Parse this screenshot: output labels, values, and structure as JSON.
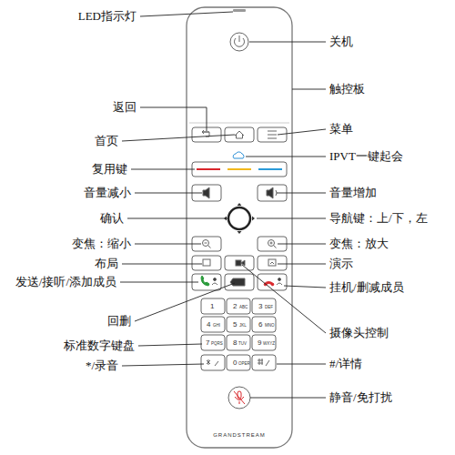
{
  "diagram": {
    "labels": [
      "LED指示灯",
      "关机",
      "触控板",
      "返回",
      "首页",
      "菜单",
      "IPVT一键起会",
      "复用键",
      "音量减小",
      "音量增加",
      "确认",
      "导航键：上/下，左",
      "变焦：缩小",
      "变焦：放大",
      "布局",
      "演示",
      "发送/接听/添加成员",
      "挂机/删减成员",
      "回删",
      "摄像头控制",
      "标准数字键盘",
      "#/详情",
      "*/录音",
      "静音/免打扰",
      "1",
      "2",
      "ABC",
      "3",
      "DEF",
      "4",
      "GHI",
      "5",
      "JKL",
      "6",
      "MNO",
      "7",
      "PQRS",
      "8",
      "TUV",
      "9",
      "WXYZ",
      "0",
      "OPER",
      "GRANDSTREAM"
    ]
  }
}
